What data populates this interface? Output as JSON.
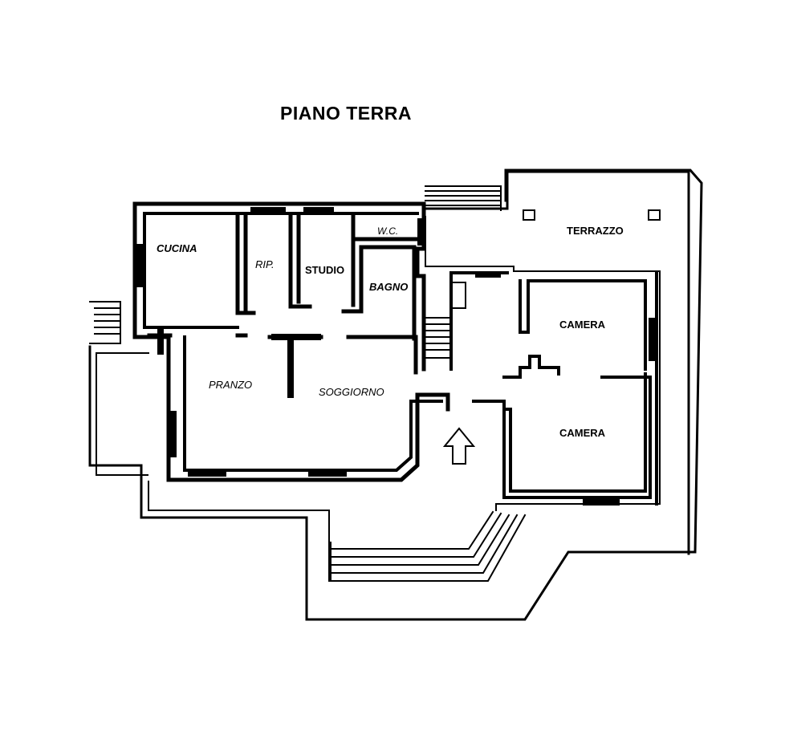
{
  "title": "PIANO TERRA",
  "rooms": {
    "cucina": "CUCINA",
    "rip": "RIP.",
    "studio": "STUDIO",
    "wc": "W.C.",
    "bagno": "BAGNO",
    "terrazzo": "TERRAZZO",
    "camera_1": "CAMERA",
    "camera_2": "CAMERA",
    "pranzo": "PRANZO",
    "soggiorno": "SOGGIORNO"
  },
  "colors": {
    "ink": "#000000",
    "paper": "#ffffff"
  },
  "icons": {
    "entrance": "up-arrow-icon"
  }
}
